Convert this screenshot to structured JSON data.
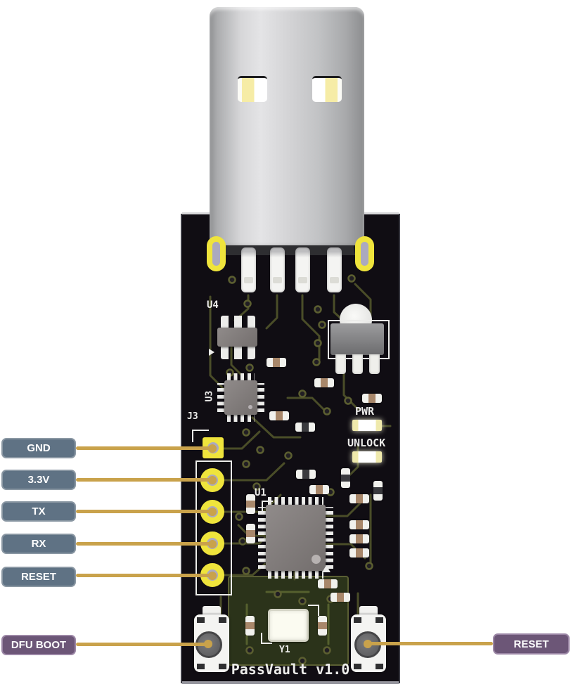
{
  "callouts": {
    "pin_labels": [
      {
        "label": "GND"
      },
      {
        "label": "3.3V"
      },
      {
        "label": "TX"
      },
      {
        "label": "RX"
      },
      {
        "label": "RESET"
      }
    ],
    "dfu_boot": {
      "label": "DFU BOOT"
    },
    "reset_button": {
      "label": "RESET"
    },
    "pin_label_bg": "#5F7284",
    "pin_label_border": "#8A97A3",
    "button_label_bg": "#6C5677",
    "button_label_border": "#9C87A6",
    "leader_color": "#C9A24B",
    "label_text_color": "#FFFFFF"
  },
  "board": {
    "silkscreen_title": "PassVault v1.0",
    "designators": {
      "u4": "U4",
      "u3": "U3",
      "u1": "U1",
      "y1": "Y1",
      "j3": "J3"
    },
    "indicator_labels": {
      "pwr": "PWR",
      "unlock": "UNLOCK"
    },
    "colors": {
      "substrate": "#100D13",
      "trace": "#4A4D28",
      "pour": "#2B331A",
      "silkscreen": "#ECECEA",
      "pad_yellow": "#EFE43C"
    }
  },
  "usb": {
    "shell_color": "#C6C7C9"
  }
}
